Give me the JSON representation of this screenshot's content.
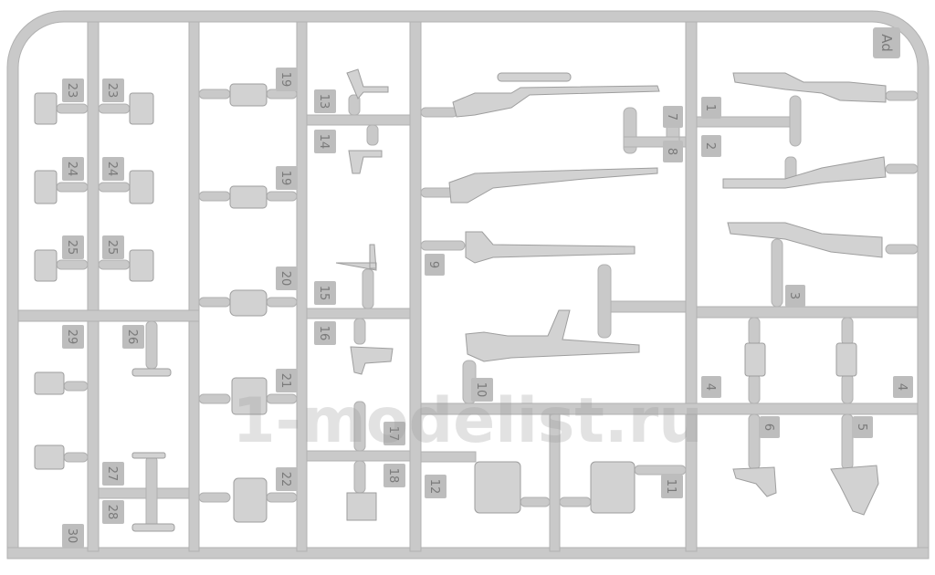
{
  "watermark": "1-modelist.ru",
  "sprue_letter": "Ad",
  "colors": {
    "plastic": "#c9c9c9",
    "plastic_edge": "#b1b1b1",
    "tag_fill": "#bdbdbd",
    "tag_text": "#7a7a7a",
    "background": "#ffffff"
  },
  "part_numbers": {
    "p1": "1",
    "p2": "2",
    "p3": "3",
    "p4a": "4",
    "p4b": "4",
    "p5": "5",
    "p6": "6",
    "p7": "7",
    "p8": "8",
    "p9": "9",
    "p10": "10",
    "p11": "11",
    "p12": "12",
    "p13": "13",
    "p14": "14",
    "p15": "15",
    "p16": "16",
    "p17": "17",
    "p18": "18",
    "p19a": "19",
    "p19b": "19",
    "p20": "20",
    "p21": "21",
    "p22": "22",
    "p23a": "23",
    "p23b": "23",
    "p24a": "24",
    "p24b": "24",
    "p25a": "25",
    "p25b": "25",
    "p26": "26",
    "p27": "27",
    "p28": "28",
    "p29": "29",
    "p30": "30"
  }
}
